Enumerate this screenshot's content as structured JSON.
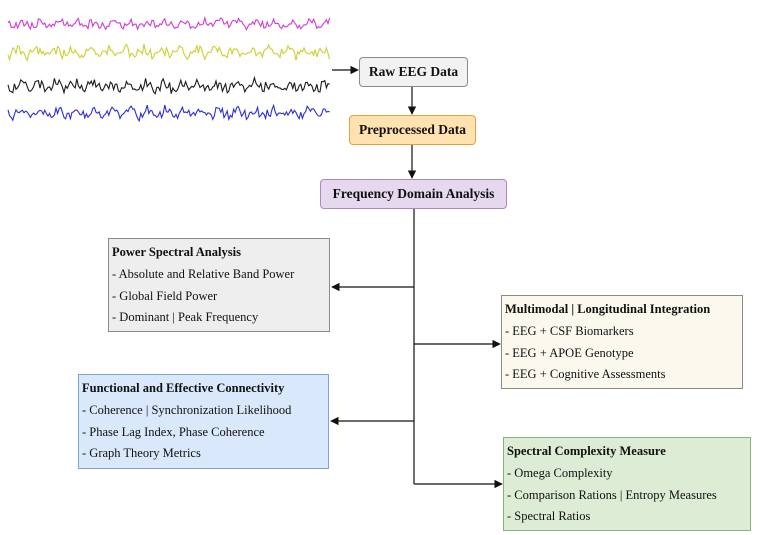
{
  "colors": {
    "wave1": "#d23ad6",
    "wave2": "#cfcf2e",
    "wave3": "#1a1a1a",
    "wave4": "#2c2ce0",
    "raw_fill": "#f2f2f2",
    "pre_fill": "#ffe2b0",
    "pre_border": "#e5a23a",
    "freq_fill": "#e6d8ee",
    "freq_border": "#a98ac1",
    "power_fill": "#eeeeee",
    "connect_fill": "#dae8fb",
    "connect_border": "#7aa3d9",
    "multi_fill": "#fbf8ee",
    "spectral_fill": "#dcecd5",
    "spectral_border": "#88b37a"
  },
  "nodes": {
    "raw": {
      "label": "Raw EEG Data"
    },
    "pre": {
      "label": "Preprocessed Data"
    },
    "freq": {
      "label": "Frequency Domain Analysis"
    }
  },
  "boxes": {
    "power": {
      "title": "Power Spectral Analysis",
      "items": [
        "- Absolute and Relative Band Power",
        "- Global Field Power",
        "- Dominant | Peak Frequency"
      ]
    },
    "connect": {
      "title": "Functional and Effective Connectivity",
      "items": [
        "- Coherence | Synchronization Likelihood",
        "- Phase Lag Index, Phase Coherence",
        "- Graph Theory Metrics"
      ]
    },
    "multi": {
      "title": "Multimodal | Longitudinal Integration",
      "items": [
        "- EEG + CSF Biomarkers",
        "- EEG + APOE Genotype",
        "- EEG + Cognitive Assessments"
      ]
    },
    "spectral": {
      "title": "Spectral Complexity Measure",
      "items": [
        "- Omega Complexity",
        "- Comparison Rations | Entropy Measures",
        "- Spectral Ratios"
      ]
    }
  }
}
